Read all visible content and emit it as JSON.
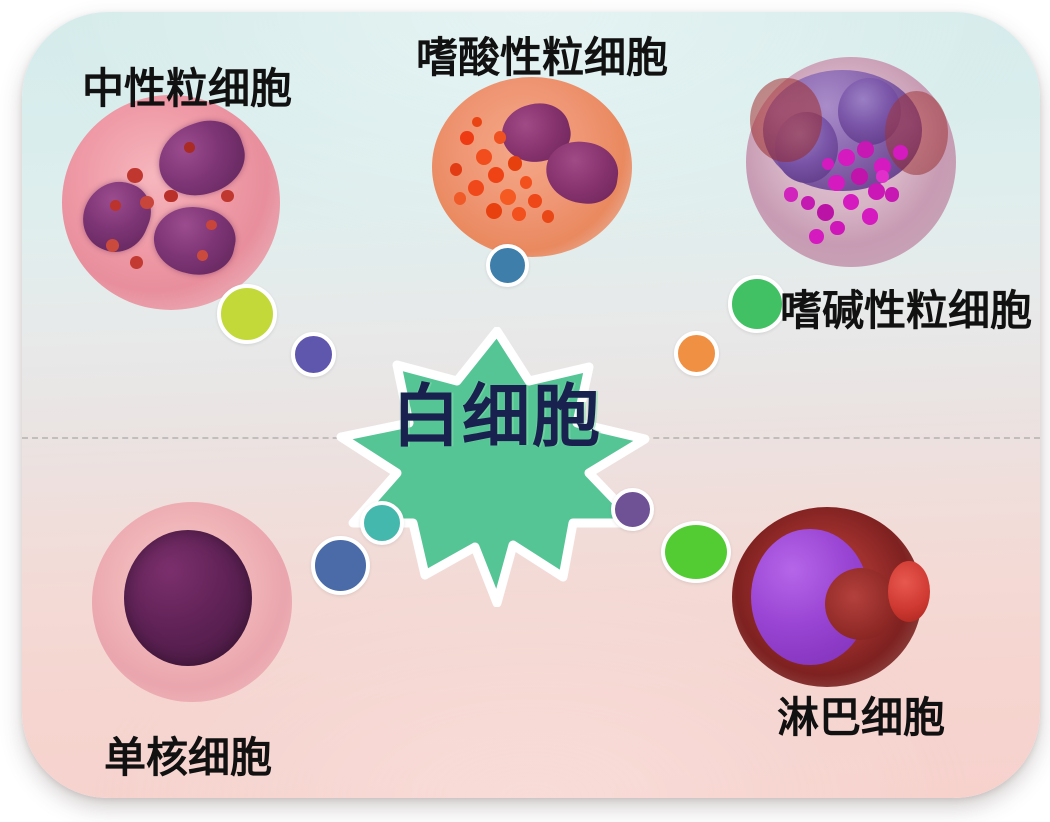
{
  "diagram": {
    "title": "白细胞",
    "center_shape": "hexagonal-burst",
    "center_color": "#55c596",
    "center_text_color": "#19214f",
    "card": {
      "background_top_color": "#d5eceb",
      "background_bottom_color": "#f7d2cd",
      "divider_style": "dashed",
      "divider_color": "#b3b0b0"
    }
  },
  "labels": [
    {
      "id": "neutrophil",
      "text": "中性粒细胞",
      "color": "#111111"
    },
    {
      "id": "eosinophil",
      "text": "嗜酸性粒细胞",
      "color": "#111111"
    },
    {
      "id": "basophil",
      "text": "嗜碱性粒细胞",
      "color": "#111111"
    },
    {
      "id": "monocyte",
      "text": "单核细胞",
      "color": "#111111"
    },
    {
      "id": "lymphocyte",
      "text": "淋巴细胞",
      "color": "#111111"
    }
  ],
  "cells": [
    {
      "id": "neutrophil-image",
      "name": "中性粒细胞"
    },
    {
      "id": "eosinophil-image",
      "name": "嗜酸性粒细胞"
    },
    {
      "id": "basophil-image",
      "name": "嗜碱性粒细胞"
    },
    {
      "id": "monocyte-image",
      "name": "单核细胞"
    },
    {
      "id": "lymphocyte-image",
      "name": "淋巴细胞"
    }
  ],
  "connector_dots": [
    {
      "id": "dot-yellow-green",
      "color": "#c3d93a"
    },
    {
      "id": "dot-violet",
      "color": "#5f56ad"
    },
    {
      "id": "dot-steel-blue",
      "color": "#3d7faa"
    },
    {
      "id": "dot-green",
      "color": "#41c164"
    },
    {
      "id": "dot-orange",
      "color": "#ef9042"
    },
    {
      "id": "dot-teal",
      "color": "#45b8ae"
    },
    {
      "id": "dot-navy-blue",
      "color": "#4a6ba8"
    },
    {
      "id": "dot-purple",
      "color": "#6f5296"
    },
    {
      "id": "dot-bright-green",
      "color": "#53cc34"
    }
  ]
}
